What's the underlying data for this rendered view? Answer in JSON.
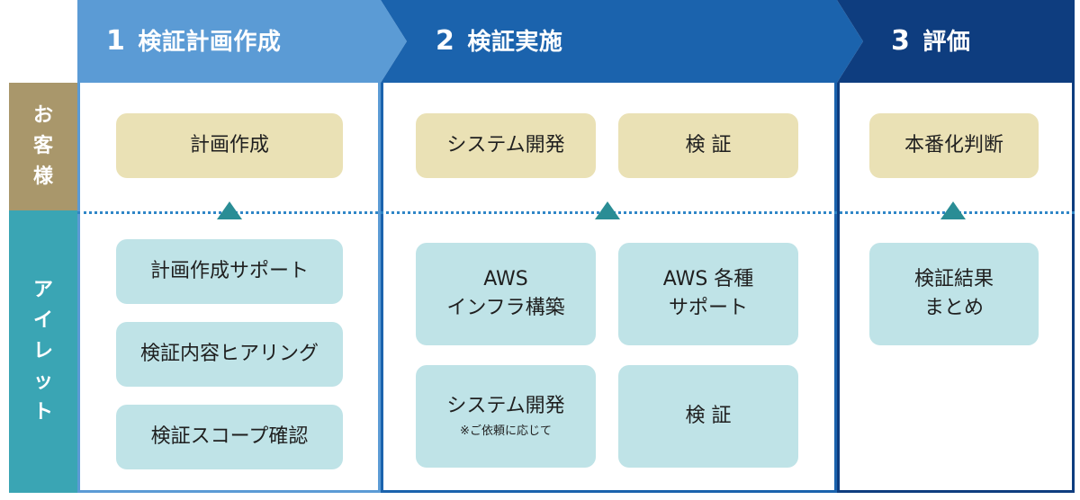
{
  "phases": [
    {
      "number": "1",
      "title": "検証計画作成"
    },
    {
      "number": "2",
      "title": "検証実施"
    },
    {
      "number": "3",
      "title": "評価"
    }
  ],
  "rows": {
    "customer": [
      "お",
      "客",
      "様"
    ],
    "ailet": [
      "ア",
      "イ",
      "レ",
      "ッ",
      "ト"
    ]
  },
  "customer_tasks": {
    "plan": "計画作成",
    "system_dev": "システム開発",
    "verification": "検 証",
    "production_decision": "本番化判断"
  },
  "ailet_tasks": {
    "plan_support": "計画作成サポート",
    "hearing": "検証内容ヒアリング",
    "scope_check": "検証スコープ確認",
    "aws_infra_line1": "AWS",
    "aws_infra_line2": "インフラ構築",
    "aws_support_line1": "AWS 各種",
    "aws_support_line2": "サポート",
    "system_dev": "システム開発",
    "system_dev_note": "※ご依頼に応じて",
    "verification": "検 証",
    "summary_line1": "検証結果",
    "summary_line2": "まとめ"
  },
  "colors": {
    "phase1": "#5b9bd5",
    "phase2": "#1b63ad",
    "phase3": "#0e3d7f",
    "customer_label": "#a9976b",
    "ailet_label": "#3aa5b4",
    "customer_box": "#eae1b5",
    "ailet_box": "#bfe3e7",
    "arrow": "#2a8d95"
  }
}
